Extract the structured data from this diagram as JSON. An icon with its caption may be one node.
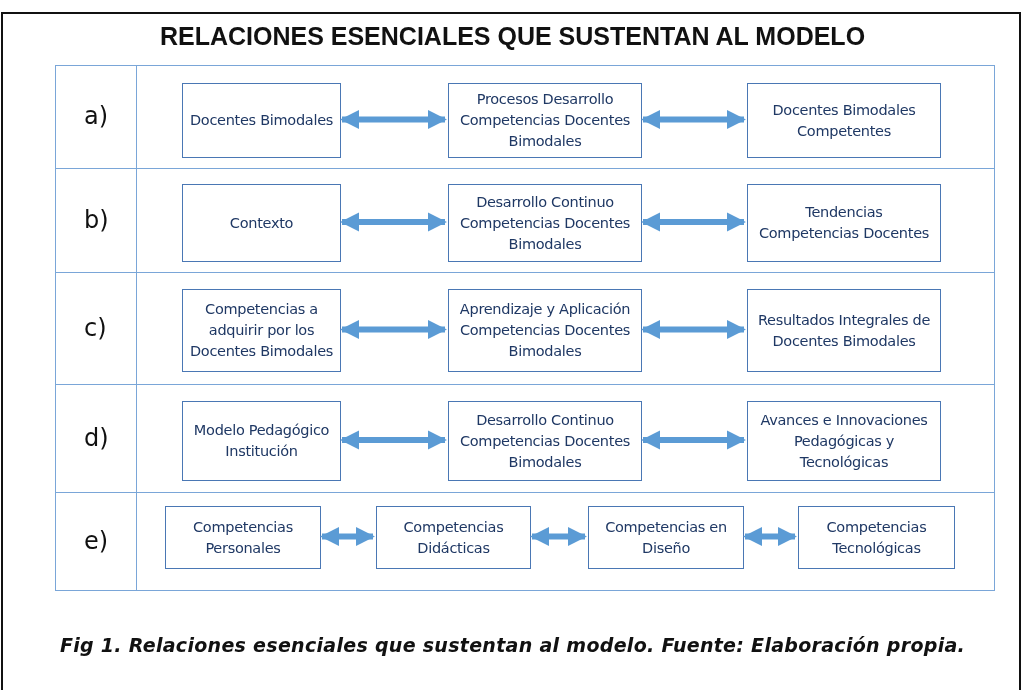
{
  "diagram": {
    "title": "RELACIONES ESENCIALES QUE SUSTENTAN AL MODELO",
    "caption": "Fig 1. Relaciones esenciales que sustentan al modelo. Fuente: Elaboración propia.",
    "nodes": [
      {
        "text": [
          "a)"
        ]
      },
      {
        "text": [
          "Docentes Bimodales"
        ],
        "in": 0
      },
      {
        "text": [
          "Procesos Desarrollo Competencias Docentes Bimodales"
        ],
        "in": 0
      },
      {
        "text": [
          "Docentes Bimodales Competentes"
        ],
        "in": 0
      },
      {
        "text": [
          "b)"
        ]
      },
      {
        "text": [
          "Contexto"
        ],
        "in": 4
      },
      {
        "text": [
          "Desarrollo Continuo Competencias Docentes Bimodales"
        ],
        "in": 4
      },
      {
        "text": [
          "Tendencias Competencias Docentes"
        ],
        "in": 4
      },
      {
        "text": [
          "c)"
        ]
      },
      {
        "text": [
          "Competencias a adquirir por los Docentes Bimodales"
        ],
        "in": 8
      },
      {
        "text": [
          "Aprendizaje y Aplicación Competencias Docentes Bimodales"
        ],
        "in": 8
      },
      {
        "text": [
          "Resultados Integrales de Docentes Bimodales"
        ],
        "in": 8
      },
      {
        "text": [
          "d)"
        ]
      },
      {
        "text": [
          "Modelo Pedagógico Institución"
        ],
        "in": 12
      },
      {
        "text": [
          "Desarrollo Continuo Competencias Docentes Bimodales"
        ],
        "in": 12
      },
      {
        "text": [
          "Avances e Innovaciones Pedagógicas y Tecnológicas"
        ],
        "in": 12
      },
      {
        "text": [
          "e)"
        ]
      },
      {
        "text": [
          "Competencias Personales"
        ],
        "in": 16
      },
      {
        "text": [
          "Competencias Didácticas"
        ],
        "in": 16
      },
      {
        "text": [
          "Competencias en Diseño"
        ],
        "in": 16
      },
      {
        "text": [
          "Competencias Tecnológicas"
        ],
        "in": 16
      }
    ],
    "edges": [
      {
        "from": 1,
        "to": 2,
        "arrow": "both"
      },
      {
        "from": 2,
        "to": 3,
        "arrow": "both"
      },
      {
        "from": 5,
        "to": 6,
        "arrow": "both"
      },
      {
        "from": 6,
        "to": 7,
        "arrow": "both"
      },
      {
        "from": 9,
        "to": 10,
        "arrow": "both"
      },
      {
        "from": 10,
        "to": 11,
        "arrow": "both"
      },
      {
        "from": 13,
        "to": 14,
        "arrow": "both"
      },
      {
        "from": 14,
        "to": 15,
        "arrow": "both"
      },
      {
        "from": 17,
        "to": 18,
        "arrow": "both"
      },
      {
        "from": 18,
        "to": 19,
        "arrow": "both"
      },
      {
        "from": 19,
        "to": 20,
        "arrow": "both"
      }
    ]
  }
}
